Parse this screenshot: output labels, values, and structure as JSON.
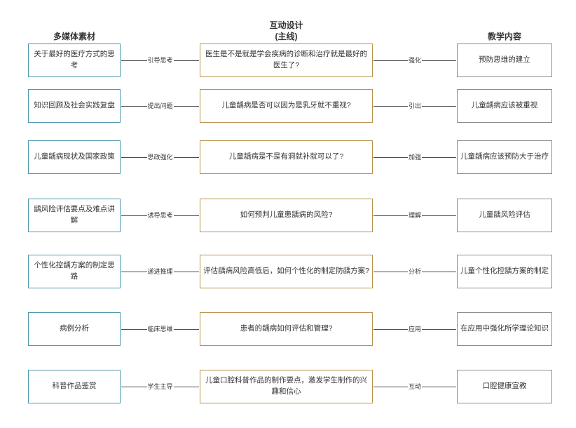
{
  "diagram": {
    "columns": {
      "left_header": "多媒体素材",
      "middle_header_line1": "互动设计",
      "middle_header_line2": "(主线)",
      "right_header": "教学内容"
    },
    "rows": [
      {
        "left": "关于最好的医疗方式的思考",
        "left_link_label": "引导思考",
        "middle": "医生是不是就是学会疾病的诊断和治疗就是最好的医生了?",
        "right_link_label": "强化",
        "right": "预防思维的建立"
      },
      {
        "left": "知识回顾及社会实践复盘",
        "left_link_label": "提出问题",
        "middle": "儿童龋病是否可以因为是乳牙就不重视?",
        "right_link_label": "引出",
        "right": "儿童龋病应该被重视"
      },
      {
        "left": "儿童龋病现状及国家政策",
        "left_link_label": "思政强化",
        "middle": "儿童龋病是不是有洞就补就可以了?",
        "right_link_label": "加强",
        "right": "儿童龋病应该预防大于治疗"
      },
      {
        "left": "龋风险评估要点及难点讲解",
        "left_link_label": "诱导思考",
        "middle": "如何预判儿童患龋病的风险?",
        "right_link_label": "理解",
        "right": "儿童龋风险评估"
      },
      {
        "left": "个性化控龋方案的制定思路",
        "left_link_label": "递进推理",
        "middle": "评估龋病风险高低后，如何个性化的制定防龋方案?",
        "right_link_label": "分析",
        "right": "儿童个性化控龋方案的制定"
      },
      {
        "left": "病例分析",
        "left_link_label": "临床思维",
        "middle": "患者的龋病如何评估和管理?",
        "right_link_label": "应用",
        "right": "在应用中强化所学理论知识"
      },
      {
        "left": "科普作品鉴赏",
        "left_link_label": "学生主导",
        "middle": "儿童口腔科普作品的制作要点，激发学生制作的兴趣和信心",
        "right_link_label": "互动",
        "right": "口腔健康宣教"
      }
    ],
    "colors": {
      "left_box_border": "#4e97ac",
      "middle_box_border": "#b7934c",
      "right_box_border": "#8c8c8c",
      "connector_line": "#4d4d4d",
      "text": "#333333"
    }
  }
}
